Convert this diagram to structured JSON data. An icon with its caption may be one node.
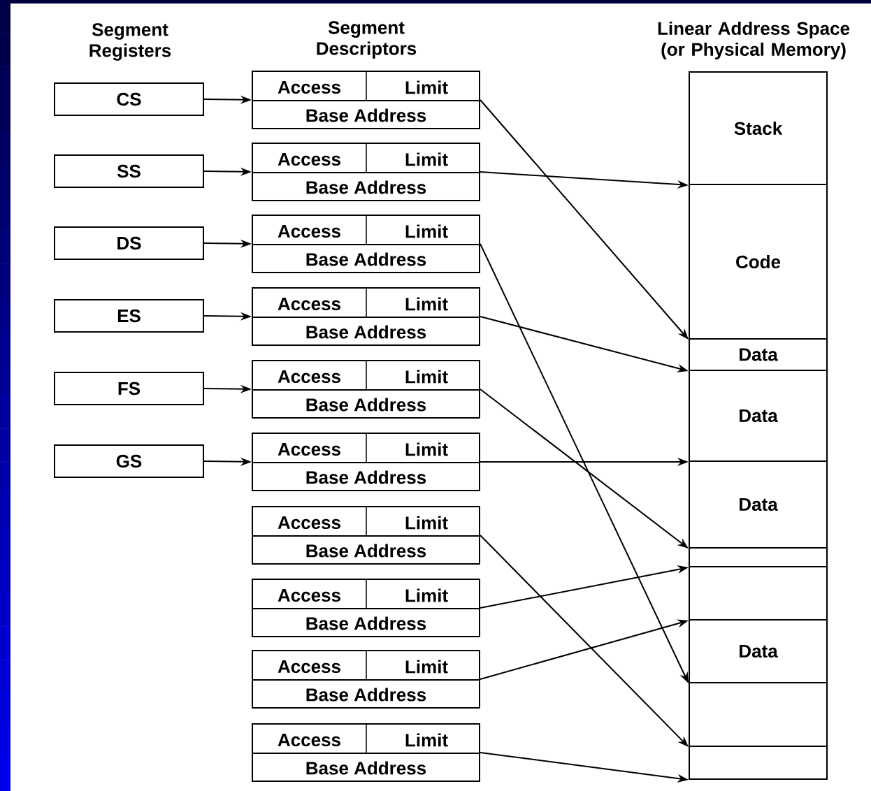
{
  "diagram": {
    "nodes": [
      {
        "text": [
          "CS"
        ]
      },
      {
        "text": [
          "SS"
        ]
      },
      {
        "text": [
          "DS"
        ]
      },
      {
        "text": [
          "ES"
        ]
      },
      {
        "text": [
          "FS"
        ]
      },
      {
        "text": [
          "GS"
        ]
      },
      {
        "text": [
          "Access",
          "Limit",
          "Base Address"
        ]
      },
      {
        "text": [
          "Access",
          "Limit",
          "Base Address"
        ]
      },
      {
        "text": [
          "Access",
          "Limit",
          "Base Address"
        ]
      },
      {
        "text": [
          "Access",
          "Limit",
          "Base Address"
        ]
      },
      {
        "text": [
          "Access",
          "Limit",
          "Base Address"
        ]
      },
      {
        "text": [
          "Access",
          "Limit",
          "Base Address"
        ]
      },
      {
        "text": [
          "Access",
          "Limit",
          "Base Address"
        ]
      },
      {
        "text": [
          "Access",
          "Limit",
          "Base Address"
        ]
      },
      {
        "text": [
          "Access",
          "Limit",
          "Base Address"
        ]
      },
      {
        "text": [
          "Access",
          "Limit",
          "Base Address"
        ]
      },
      {
        "text": [
          "Linear Address Space (or Physical Memory)"
        ]
      },
      {
        "text": [
          "Stack"
        ],
        "in": 16
      },
      {
        "text": [
          "Code"
        ],
        "in": 16
      },
      {
        "text": [
          "Data"
        ],
        "in": 16
      },
      {
        "text": [
          "Data"
        ],
        "in": 16
      },
      {
        "text": [
          "Data"
        ],
        "in": 16
      },
      {
        "text": [],
        "shape": "box",
        "in": 16
      },
      {
        "text": [],
        "shape": "box",
        "in": 16
      },
      {
        "text": [
          "Data"
        ],
        "in": 16
      },
      {
        "text": [],
        "shape": "box",
        "in": 16
      },
      {
        "text": [],
        "shape": "box",
        "in": 16
      }
    ],
    "edges": [
      {
        "from": 0,
        "to": 6,
        "arrow": "to"
      },
      {
        "from": 1,
        "to": 7,
        "arrow": "to"
      },
      {
        "from": 2,
        "to": 8,
        "arrow": "to"
      },
      {
        "from": 3,
        "to": 9,
        "arrow": "to"
      },
      {
        "from": 4,
        "to": 10,
        "arrow": "to"
      },
      {
        "from": 5,
        "to": 11,
        "arrow": "to"
      },
      {
        "from": 6,
        "to": 18,
        "arrow": "to"
      },
      {
        "from": 7,
        "to": 17,
        "arrow": "to"
      },
      {
        "from": 8,
        "to": 24,
        "arrow": "to"
      },
      {
        "from": 9,
        "to": 19,
        "arrow": "to"
      },
      {
        "from": 10,
        "to": 21,
        "arrow": "to"
      },
      {
        "from": 11,
        "to": 20,
        "arrow": "to"
      },
      {
        "from": 12,
        "to": 25,
        "arrow": "to"
      },
      {
        "from": 13,
        "to": 22,
        "arrow": "to"
      },
      {
        "from": 14,
        "to": 23,
        "arrow": "to"
      },
      {
        "from": 15,
        "to": 26,
        "arrow": "to"
      }
    ],
    "labels": [
      "Segment Registers",
      "Segment Descriptors"
    ]
  }
}
